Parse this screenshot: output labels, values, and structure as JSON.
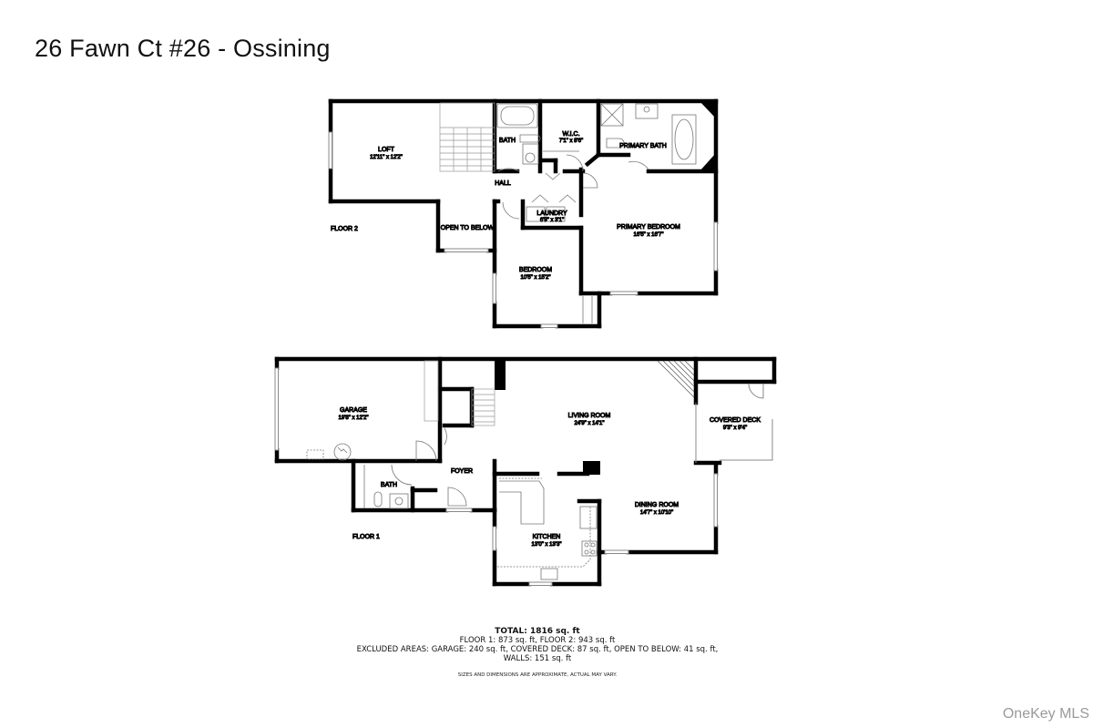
{
  "header": {
    "title": "26 Fawn Ct #26 - Ossining"
  },
  "floor2": {
    "label": "FLOOR 2",
    "rooms": [
      {
        "name": "LOFT",
        "dims": "12'11\" x 12'2\""
      },
      {
        "name": "BATH",
        "dims": ""
      },
      {
        "name": "W.I.C.",
        "dims": "7'1\" x 8'6\""
      },
      {
        "name": "PRIMARY BATH",
        "dims": ""
      },
      {
        "name": "HALL",
        "dims": ""
      },
      {
        "name": "LAUNDRY",
        "dims": "6'9\" x 3'1\""
      },
      {
        "name": "OPEN TO BELOW",
        "dims": ""
      },
      {
        "name": "PRIMARY BEDROOM",
        "dims": "16'5\" x 16'7\""
      },
      {
        "name": "BEDROOM",
        "dims": "10'5\" x 15'2\""
      }
    ]
  },
  "floor1": {
    "label": "FLOOR 1",
    "rooms": [
      {
        "name": "GARAGE",
        "dims": "19'8\" x 12'2\""
      },
      {
        "name": "LIVING ROOM",
        "dims": "24'9\" x 14'1\""
      },
      {
        "name": "COVERED DECK",
        "dims": "9'3\" x 9'4\""
      },
      {
        "name": "BATH",
        "dims": ""
      },
      {
        "name": "FOYER",
        "dims": ""
      },
      {
        "name": "DINING ROOM",
        "dims": "14'7\" x 10'10\""
      },
      {
        "name": "KITCHEN",
        "dims": "13'0\" x 13'3\""
      }
    ]
  },
  "summary": {
    "total": "TOTAL: 1816 sq. ft",
    "floors": "FLOOR 1: 873 sq. ft, FLOOR 2: 943 sq. ft",
    "excluded": "EXCLUDED AREAS: GARAGE: 240 sq. ft, COVERED DECK: 87 sq. ft, OPEN TO BELOW: 41 sq. ft,",
    "walls": "WALLS: 151 sq. ft",
    "disclaimer": "SIZES AND DIMENSIONS ARE APPROXIMATE, ACTUAL MAY VARY."
  },
  "brand": {
    "watermark": "OneKey MLS"
  },
  "colors": {
    "wall": "#000000",
    "fixture": "#888888",
    "watermark": "#9a9a9a"
  }
}
